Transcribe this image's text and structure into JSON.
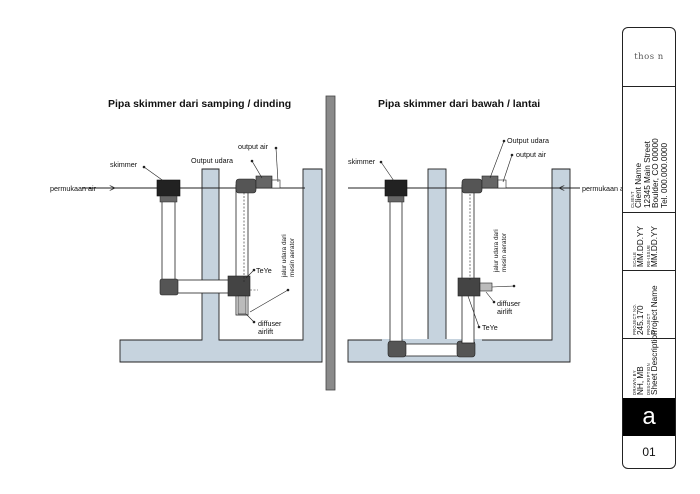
{
  "left_diagram": {
    "title": "Pipa skimmer dari samping / dinding",
    "labels": {
      "skimmer": "skimmer",
      "permukaan_air": "permukaan air",
      "output_udara": "Output udara",
      "output_air": "output air",
      "jalur_udara_1": "jalur udara dari",
      "jalur_udara_2": "mesin aerator",
      "teye": "TeYe",
      "diffuser_1": "diffuser",
      "diffuser_2": "airlift"
    }
  },
  "right_diagram": {
    "title": "Pipa skimmer dari bawah / lantai",
    "labels": {
      "skimmer": "skimmer",
      "permukaan_air": "permukaan air",
      "output_udara": "Output udara",
      "output_air": "output air",
      "jalur_udara_1": "jalur udara dari",
      "jalur_udara_2": "mesin aerator",
      "teye": "TeYe",
      "diffuser_1": "diffuser",
      "diffuser_2": "airlift"
    }
  },
  "title_block": {
    "logo": "thos n",
    "client_label": "CLIENT",
    "client_name": "Client Name",
    "client_street": "12345 Main Street",
    "client_city": "Boulder, CO 00000",
    "client_tel": "Tel. 000.000.0000",
    "scale_label": "SCALE",
    "scale_value": "MM.DD.YY",
    "reissue_label": "RE-ISSUE",
    "reissue_value": "MM.DD.YY",
    "project_no_label": "PROJECT NO.",
    "project_no_value": "245.170",
    "project_label": "PROJECT",
    "project_value": "Project Name",
    "drawn_by_label": "DRAWN BY",
    "drawn_by_value": "NH, MB",
    "description_label": "DESCRIPTION",
    "description_value": "Sheet Description",
    "sheet_letter": "a",
    "sheet_number": "01"
  },
  "colors": {
    "concrete": "#c6d3de",
    "pipe": "#ffffff",
    "fitting": "#555555",
    "line": "#222222"
  }
}
